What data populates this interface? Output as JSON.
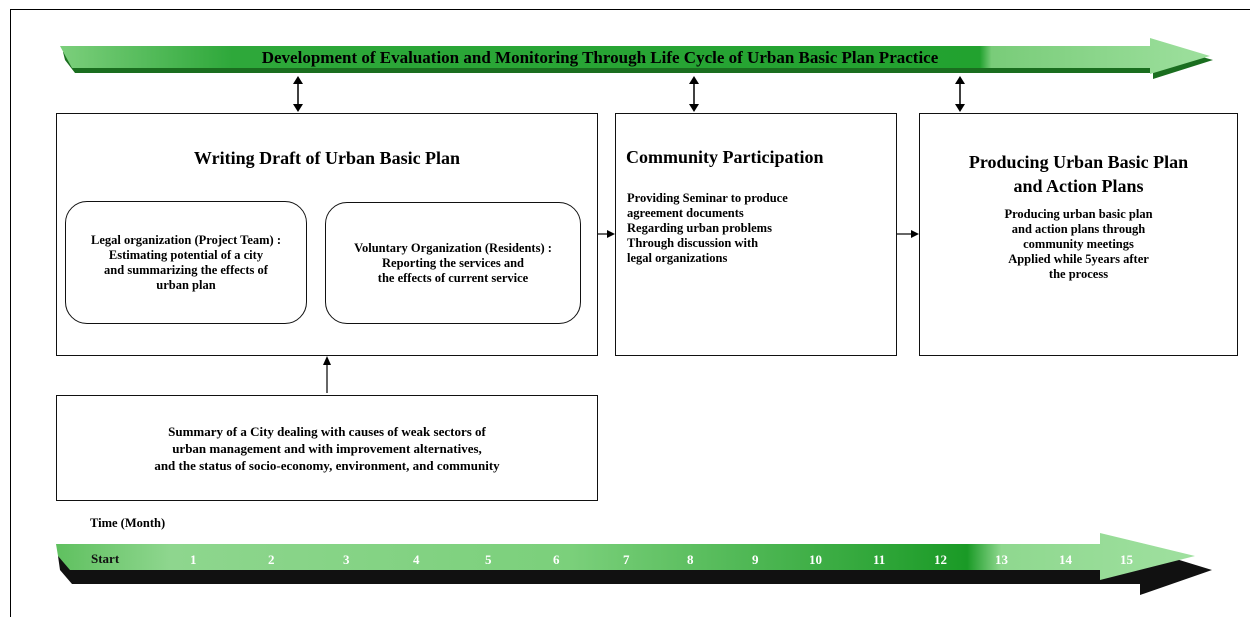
{
  "banner": {
    "text": "Development of Evaluation and Monitoring Through Life Cycle of Urban Basic Plan Practice"
  },
  "writing_draft": {
    "title": "Writing Draft of Urban Basic Plan",
    "legal_org": "Legal organization (Project Team) :\nEstimating potential of a city\nand summarizing the effects of\nurban plan",
    "voluntary_org": "Voluntary Organization (Residents) :\nReporting the services and\nthe effects of current service"
  },
  "community": {
    "title": "Community Participation",
    "text": "Providing Seminar to produce\nagreement documents\nRegarding urban problems\nThrough discussion with\nlegal organizations"
  },
  "producing": {
    "title": "Producing Urban Basic Plan\nand Action Plans",
    "text": "Producing urban basic plan\nand action plans through\ncommunity meetings\nApplied while 5years after\nthe process"
  },
  "summary": {
    "text": "Summary of a City dealing with causes of weak sectors of\nurban management and with improvement alternatives,\nand the status of socio-economy, environment, and community"
  },
  "timeline": {
    "caption": "Time (Month)",
    "start_label": "Start",
    "months": [
      "1",
      "2",
      "3",
      "4",
      "5",
      "6",
      "7",
      "8",
      "9",
      "10",
      "11",
      "12",
      "13",
      "14",
      "15"
    ]
  },
  "colors": {
    "arrow_dark": "#1f9a2a",
    "arrow_light": "#8ad68a",
    "arrow_shadow": "#111111"
  },
  "icons": {
    "community": "circle-cluster-icon"
  }
}
